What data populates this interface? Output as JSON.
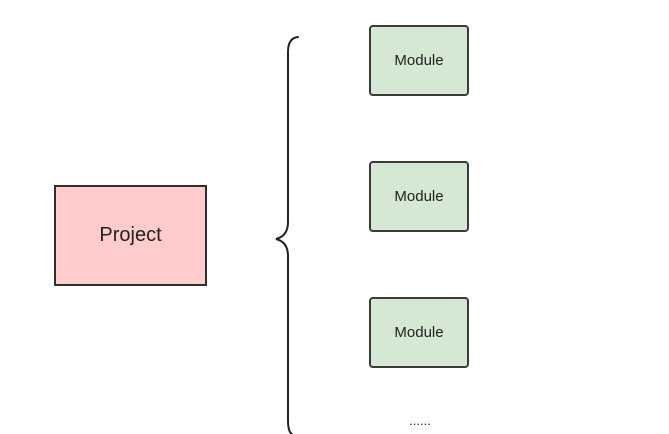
{
  "project": {
    "label": "Project"
  },
  "modules": [
    {
      "label": "Module"
    },
    {
      "label": "Module"
    },
    {
      "label": "Module"
    }
  ],
  "continuation": "......",
  "colors": {
    "project_fill": "#ffcccc",
    "module_fill": "#d5e8d4",
    "border": "#333333"
  }
}
